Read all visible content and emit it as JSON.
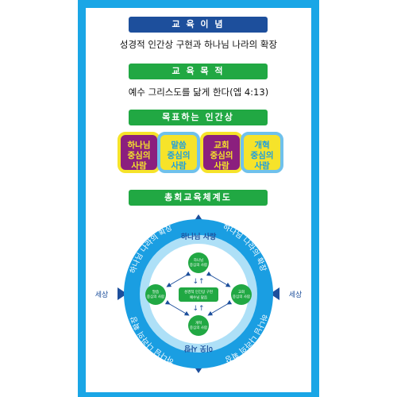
{
  "header1": "교 육 이 념",
  "ideal": "성경적 인간상 구현과 하나님 나라의 확장",
  "header2": "교 육 목 적",
  "purpose": "예수 그리스도를 닮게 한다(엡 4:13)",
  "header3": "목표하는 인간상",
  "goals": [
    {
      "line1": "하나님",
      "line2": "중심의",
      "line3": "사람"
    },
    {
      "line1": "말씀",
      "line2": "중심의",
      "line3": "사람"
    },
    {
      "line1": "교회",
      "line2": "중심의",
      "line3": "사람"
    },
    {
      "line1": "개혁",
      "line2": "중심의",
      "line3": "사람"
    }
  ],
  "header4": "총회교육체계도",
  "diagram": {
    "outer_arc_text": "하나님 나라의 확장",
    "inner_top": "하나님 사랑",
    "inner_bottom": "이웃 사랑",
    "side_left": "세상",
    "side_right": "세상",
    "center_line1": "성경적 인간상 구현",
    "center_line2": "예수님 닮음",
    "nodes": {
      "top": {
        "line1": "하나님",
        "line2": "중심의 사람"
      },
      "left": {
        "line1": "말씀",
        "line2": "중심의 사람"
      },
      "right": {
        "line1": "교회",
        "line2": "중심의 사람"
      },
      "bottom": {
        "line1": "개혁",
        "line2": "중심의 사람"
      }
    }
  },
  "colors": {
    "frame": "#1aa6e6",
    "navy": "#1d4f9c",
    "green": "#21a843",
    "purple": "#8b1f7e",
    "yellow": "#f6e32a"
  }
}
